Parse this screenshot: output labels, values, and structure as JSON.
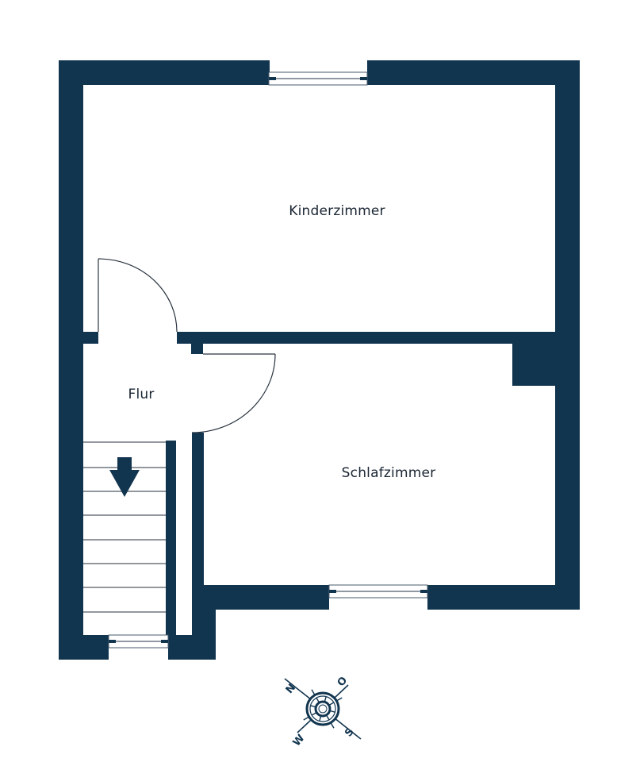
{
  "floorplan": {
    "colors": {
      "wall": "#12354f",
      "background": "#ffffff",
      "text": "#1a2533"
    },
    "rooms": [
      {
        "id": "kinderzimmer",
        "label": "Kinderzimmer"
      },
      {
        "id": "flur",
        "label": "Flur"
      },
      {
        "id": "schlafzimmer",
        "label": "Schlafzimmer"
      }
    ],
    "stairs": {
      "direction_icon": "arrow-down-icon",
      "steps": 8
    },
    "compass": {
      "north": "N",
      "east": "O",
      "south": "S",
      "west": "W"
    }
  }
}
